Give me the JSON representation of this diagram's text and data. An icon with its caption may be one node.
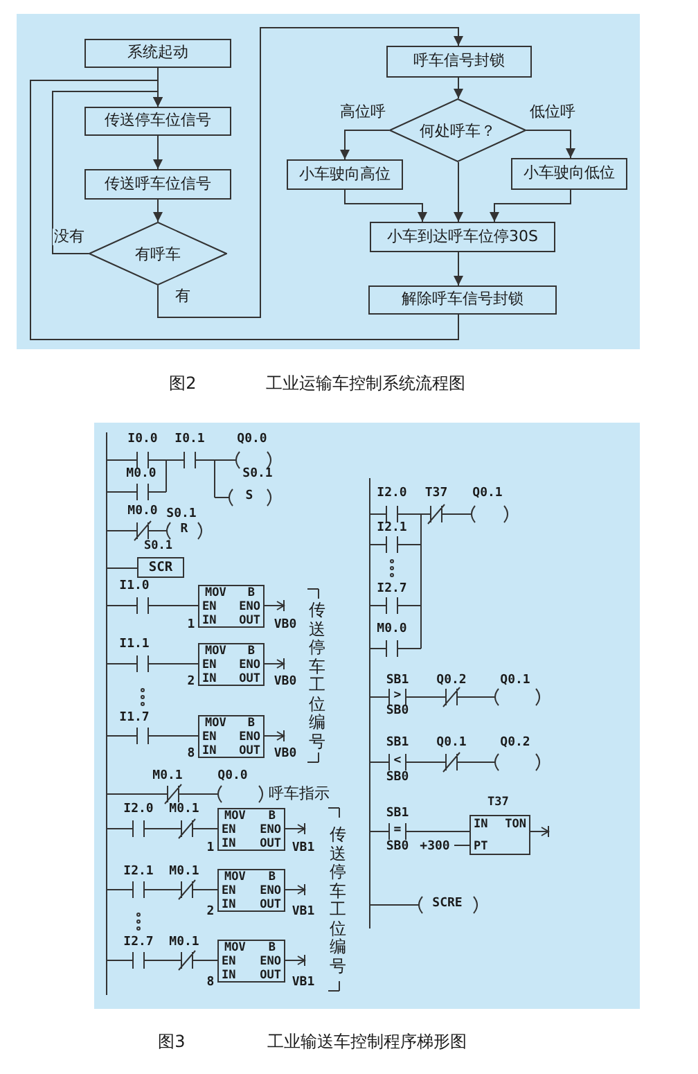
{
  "diagram": {
    "nodes": [
      {
        "text": [
          "系统起动"
        ]
      },
      {
        "text": [
          "传送停车位信号"
        ]
      },
      {
        "text": [
          "传送呼车位信号"
        ]
      },
      {
        "text": [
          "有呼车"
        ]
      },
      {
        "text": [
          "呼车信号封锁"
        ]
      },
      {
        "text": [
          "何处呼车？"
        ]
      },
      {
        "text": [
          "小车驶向高位"
        ]
      },
      {
        "text": [
          "小车驶向低位"
        ]
      },
      {
        "text": [
          "小车到达呼车位停30S"
        ]
      },
      {
        "text": [
          "解除呼车信号封锁"
        ]
      },
      {
        "text": [
          "S0.1",
          "SCR"
        ]
      },
      {
        "text": [
          "MOV",
          "B",
          "EN",
          "ENO",
          "IN",
          "OUT"
        ]
      },
      {
        "text": [
          "MOV",
          "B",
          "EN",
          "ENO",
          "IN",
          "OUT"
        ]
      },
      {
        "text": [
          "MOV",
          "B",
          "EN",
          "ENO",
          "IN",
          "OUT"
        ]
      },
      {
        "text": [
          "MOV",
          "B",
          "EN",
          "ENO",
          "IN",
          "OUT"
        ]
      },
      {
        "text": [
          "MOV",
          "B",
          "EN",
          "ENO",
          "IN",
          "OUT"
        ]
      },
      {
        "text": [
          "MOV",
          "B",
          "EN",
          "ENO",
          "IN",
          "OUT"
        ]
      },
      {
        "text": [
          "T37",
          "IN",
          "TON",
          "PT"
        ]
      }
    ],
    "edges": [
      {
        "from": 0,
        "to": 1,
        "arrow": "to"
      },
      {
        "from": 1,
        "to": 2,
        "arrow": "to"
      },
      {
        "from": 2,
        "to": 3,
        "arrow": "to"
      },
      {
        "from": 3,
        "to": 1,
        "arrow": "to",
        "label": "没有"
      },
      {
        "from": 3,
        "to": 4,
        "arrow": "to",
        "label": "有"
      },
      {
        "from": 4,
        "to": 5,
        "arrow": "to"
      },
      {
        "from": 5,
        "to": 6,
        "arrow": "to",
        "label": "高位呼"
      },
      {
        "from": 5,
        "to": 7,
        "arrow": "to",
        "label": "低位呼"
      },
      {
        "from": 5,
        "to": 8,
        "arrow": "to"
      },
      {
        "from": 6,
        "to": 8,
        "arrow": "to"
      },
      {
        "from": 7,
        "to": 8,
        "arrow": "to"
      },
      {
        "from": 8,
        "to": 9,
        "arrow": "to"
      },
      {
        "from": 9,
        "to": 1,
        "arrow": "to"
      }
    ],
    "labels": [
      "图2",
      "工业运输车控制系统流程图",
      "I0.0",
      "I0.1",
      "Q0.0",
      "M0.0",
      "S0.1",
      "S",
      "M0.0",
      "S0.1",
      "R",
      "I1.0",
      "1",
      "VB0",
      "I1.1",
      "2",
      "VB0",
      "I1.7",
      "8",
      "VB0",
      "传送停车工位编号",
      "M0.1",
      "Q0.0",
      "呼车指示",
      "I2.0",
      "M0.1",
      "1",
      "VB1",
      "I2.1",
      "M0.1",
      "2",
      "VB1",
      "I2.7",
      "M0.1",
      "8",
      "VB1",
      "传送停车工位编号",
      "I2.0",
      "T37",
      "Q0.1",
      "I2.1",
      "I2.7",
      "M0.0",
      "SB1",
      ">",
      "SB0",
      "Q0.2",
      "Q0.1",
      "SB1",
      "<",
      "SB0",
      "Q0.1",
      "Q0.2",
      "SB1",
      "=",
      "SB0",
      "+300",
      "SCRE",
      "图3",
      "工业输送车控制程序梯形图"
    ]
  }
}
